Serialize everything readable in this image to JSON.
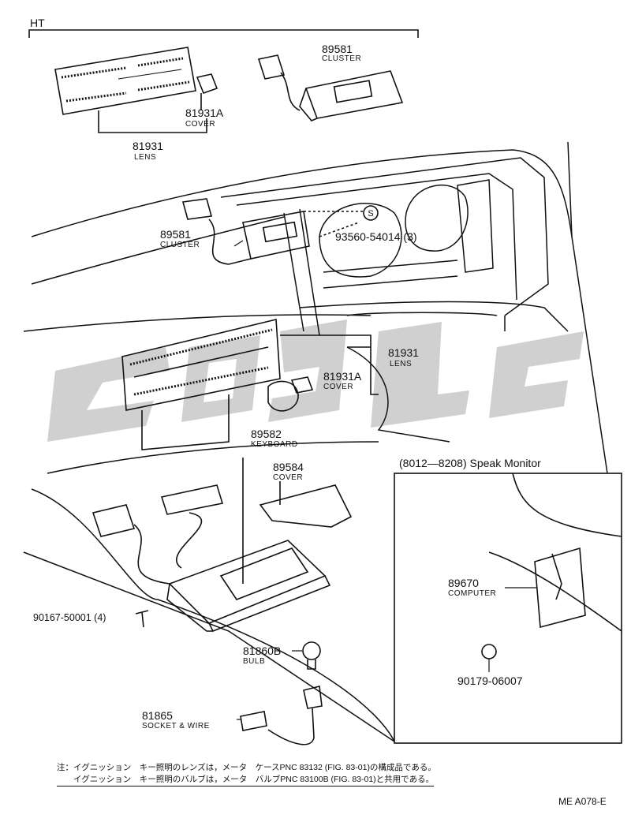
{
  "section_label": "HT",
  "speak_monitor_title": "(8012—8208) Speak Monitor",
  "parts": {
    "cluster_top": {
      "number": "89581",
      "name": "CLUSTER"
    },
    "cover_top": {
      "number": "81931A",
      "name": "COVER"
    },
    "lens_top": {
      "number": "81931",
      "name": "LENS"
    },
    "cluster_mid": {
      "number": "89581",
      "name": "CLUSTER"
    },
    "screw": {
      "number": "93560-54014 (3)"
    },
    "lens_mid": {
      "number": "81931",
      "name": "LENS"
    },
    "cover_mid": {
      "number": "81931A",
      "name": "COVER"
    },
    "keyboard": {
      "number": "89582",
      "name": "KEYBOARD"
    },
    "cover_kb": {
      "number": "89584",
      "name": "COVER"
    },
    "bolt": {
      "number": "90167-50001 (4)"
    },
    "bulb": {
      "number": "81860B",
      "name": "BULB"
    },
    "socket": {
      "number": "81865",
      "name": "SOCKET & WIRE"
    },
    "computer": {
      "number": "89670",
      "name": "COMPUTER"
    },
    "grommet": {
      "number": "90179-06007"
    }
  },
  "screw_symbol": "S",
  "notes": [
    "注：イグニッション　キー照明のレンズは，メータ　ケースPNC 83132 (FIG. 83-01)の構成品である。",
    "　　イグニッション　キー照明のバルブは，メータ　バルブPNC 83100B (FIG. 83-01)と共用である。"
  ],
  "ref_code": "ME  A078-E"
}
